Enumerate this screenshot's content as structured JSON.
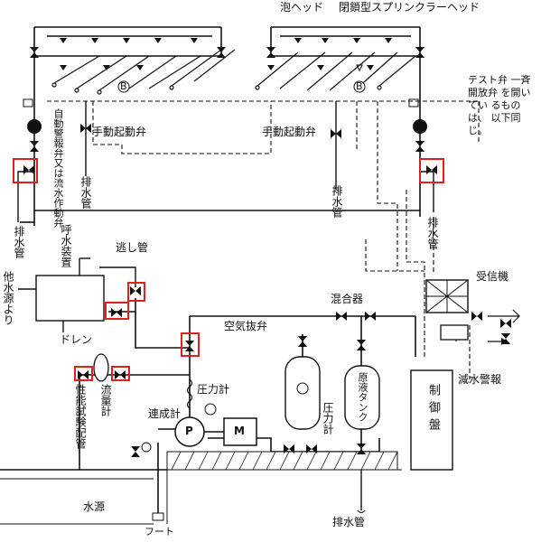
{
  "labels": {
    "foam_head": "泡ヘッド",
    "closed_sprinkler": "閉鎖型スプリンクラーヘッド",
    "b_mark": "B",
    "test_valve_note": "テスト弁 一斉開放弁 を開いてい るものは、 以下同じ。",
    "alarm_valve": "自動警報弁又は流水作動弁",
    "manual_valve_left": "手動起動弁",
    "manual_valve_right": "手動起動弁",
    "drain_pipe_center": "排水管",
    "drain_pipe_right_center": "排水管",
    "drain_pipe_left": "排水管",
    "drain_pipe_right": "排水管",
    "drain_pipe_bottom": "排水管",
    "priming_device": "呼水装置",
    "relief_pipe": "逃し管",
    "other_source": "他水源より",
    "drain": "ドレン",
    "mixer": "混合器",
    "air_vent": "空気抜弁",
    "receiver": "受信機",
    "flowmeter": "流量計",
    "performance_test": "性能試験配管",
    "pressure_gauge": "圧力計",
    "pressure_gauge_tank": "圧力計",
    "compound_gauge": "連成計",
    "concentrate_tank": "原液タンク",
    "low_water_alarm": "減水警報",
    "control_panel": "制御盤",
    "pump": "P",
    "motor": "M",
    "water_source": "水源",
    "foot_valve": "フート"
  },
  "colors": {
    "line": "#111111",
    "highlight": "#e1201b"
  }
}
